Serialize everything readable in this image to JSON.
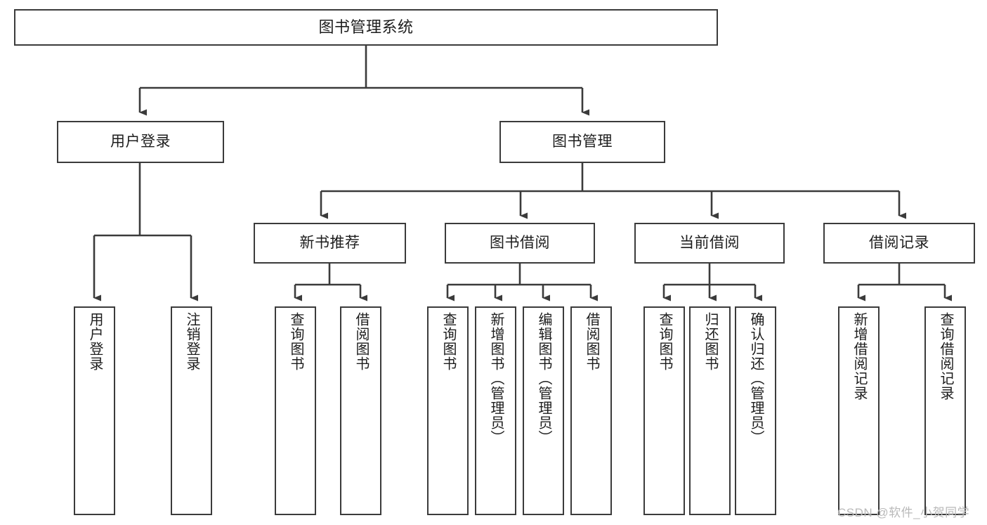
{
  "diagram": {
    "type": "tree",
    "title": "图书管理系统",
    "orientation": "top-down",
    "colors": {
      "background": "#ffffff",
      "node_border": "#3b3b3b",
      "node_fill": "#ffffff",
      "edge": "#3b3b3b",
      "text": "#1d1d1d",
      "watermark": "#b9b9b9"
    },
    "nodes": {
      "root": {
        "label": "图书管理系统",
        "level": 0,
        "text_direction": "horizontal"
      },
      "l1": [
        {
          "id": "user_login",
          "label": "用户登录",
          "level": 1,
          "text_direction": "horizontal"
        },
        {
          "id": "book_manage",
          "label": "图书管理",
          "level": 1,
          "text_direction": "horizontal"
        }
      ],
      "l2": [
        {
          "id": "new_book_rec",
          "label": "新书推荐",
          "level": 2,
          "text_direction": "horizontal",
          "parent": "book_manage"
        },
        {
          "id": "book_borrow",
          "label": "图书借阅",
          "level": 2,
          "text_direction": "horizontal",
          "parent": "book_manage"
        },
        {
          "id": "current_borrow",
          "label": "当前借阅",
          "level": 2,
          "text_direction": "horizontal",
          "parent": "book_manage"
        },
        {
          "id": "borrow_record",
          "label": "借阅记录",
          "level": 2,
          "text_direction": "horizontal",
          "parent": "book_manage"
        }
      ],
      "leaves": [
        {
          "id": "leaf_user_login",
          "label": "用户登录",
          "parent": "user_login",
          "text_direction": "vertical"
        },
        {
          "id": "leaf_user_logout",
          "label": "注销登录",
          "parent": "user_login",
          "text_direction": "vertical"
        },
        {
          "id": "leaf_rec_query",
          "label": "查询图书",
          "parent": "new_book_rec",
          "text_direction": "vertical"
        },
        {
          "id": "leaf_rec_borrow",
          "label": "借阅图书",
          "parent": "new_book_rec",
          "text_direction": "vertical"
        },
        {
          "id": "leaf_borrow_query",
          "label": "查询图书",
          "parent": "book_borrow",
          "text_direction": "vertical"
        },
        {
          "id": "leaf_borrow_add",
          "label": "新增图书（管理员）",
          "parent": "book_borrow",
          "text_direction": "vertical"
        },
        {
          "id": "leaf_borrow_edit",
          "label": "编辑图书（管理员）",
          "parent": "book_borrow",
          "text_direction": "vertical"
        },
        {
          "id": "leaf_borrow_do",
          "label": "借阅图书",
          "parent": "book_borrow",
          "text_direction": "vertical"
        },
        {
          "id": "leaf_cur_query",
          "label": "查询图书",
          "parent": "current_borrow",
          "text_direction": "vertical"
        },
        {
          "id": "leaf_cur_return",
          "label": "归还图书",
          "parent": "current_borrow",
          "text_direction": "vertical"
        },
        {
          "id": "leaf_cur_confirm",
          "label": "确认归还（管理员）",
          "parent": "current_borrow",
          "text_direction": "vertical"
        },
        {
          "id": "leaf_rec_add",
          "label": "新增借阅记录",
          "parent": "borrow_record",
          "text_direction": "vertical"
        },
        {
          "id": "leaf_rec_search",
          "label": "查询借阅记录",
          "parent": "borrow_record",
          "text_direction": "vertical"
        }
      ]
    }
  },
  "watermark": {
    "text": "CSDN @软件_小贺同学"
  }
}
